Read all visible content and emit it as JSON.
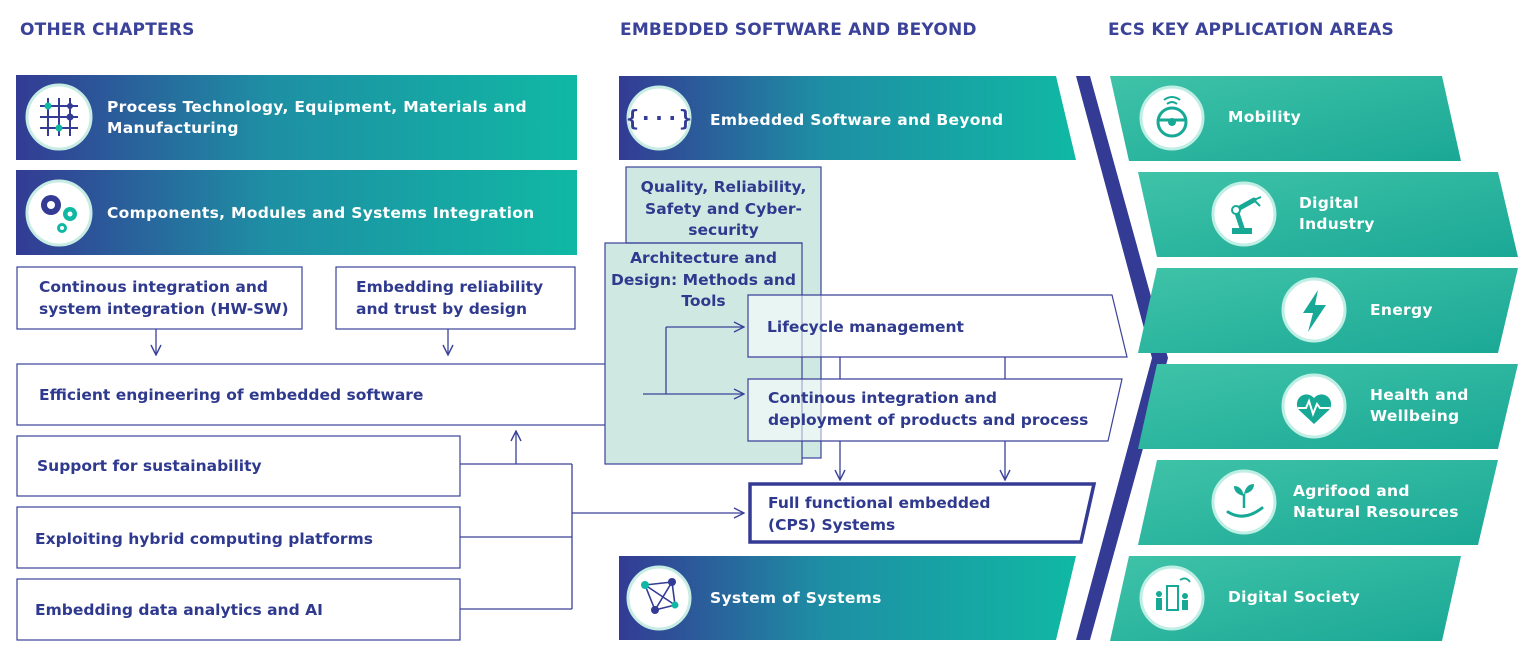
{
  "headers": {
    "other_chapters": "OTHER CHAPTERS",
    "embedded": "EMBEDDED SOFTWARE AND BEYOND",
    "ecs": "ECS KEY APPLICATION AREAS"
  },
  "other_chapters": {
    "process_technology": "Process Technology, Equipment, Materials and Manufacturing",
    "components": "Components, Modules and Systems Integration"
  },
  "left_boxes": {
    "continuous_integration": "Continous integration and system integration (HW-SW)",
    "embedding_reliability": "Embedding reliability and trust by design",
    "efficient_engineering": "Efficient engineering of embedded software",
    "sustainability": "Support for sustainability",
    "hybrid": "Exploiting hybrid computing platforms",
    "data_analytics": "Embedding data analytics and AI"
  },
  "middle": {
    "embedded_banner": "Embedded Software and Beyond",
    "quality": "Quality, Reliability, Safety and Cyber-security",
    "architecture": "Architecture and Design: Methods and Tools",
    "lifecycle": "Lifecycle management",
    "ci_deployment": "Continous integration and deployment of products and process",
    "full_functional": "Full functional embedded (CPS) Systems",
    "system_of_systems": "System of Systems"
  },
  "ecs_areas": [
    {
      "label": "Mobility",
      "icon": "steering-wheel-icon"
    },
    {
      "label": "Digital Industry",
      "icon": "robot-arm-icon"
    },
    {
      "label": "Energy",
      "icon": "lightning-icon"
    },
    {
      "label": "Health and Wellbeing",
      "icon": "heart-pulse-icon"
    },
    {
      "label": "Agrifood and Natural Resources",
      "icon": "plant-hand-icon"
    },
    {
      "label": "Digital Society",
      "icon": "people-city-icon"
    }
  ],
  "colors": {
    "navy": "#333b94",
    "teal": "#10b8a4",
    "line": "#3a4299",
    "pale_teal": "#cfe9e2"
  }
}
